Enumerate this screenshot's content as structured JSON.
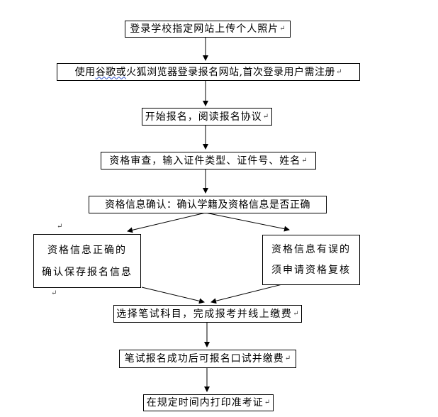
{
  "steps": {
    "s1": "登录学校指定网站上传个人照片",
    "s2_a": "使用",
    "s2_b": "谷歌或",
    "s2_c": "火狐浏览器登录报名网站,首次登录用户需注册",
    "s3": "开始报名，阅读报名协议",
    "s4": "资格审查，输入证件类型、证件号、姓名",
    "s5": "资格信息确认：确认学籍及资格信息是否正确",
    "left_1": "资格信息正确的",
    "left_2": "确认保存报名信息",
    "right_1": "资格信息有误的",
    "right_2": "须申请资格复核",
    "s6": "选择笔试科目，完成报考并线上缴费",
    "s7": "笔试报名成功后可报名口试并缴费",
    "s8": "在规定时间内打印准考证"
  },
  "mark": "↵"
}
